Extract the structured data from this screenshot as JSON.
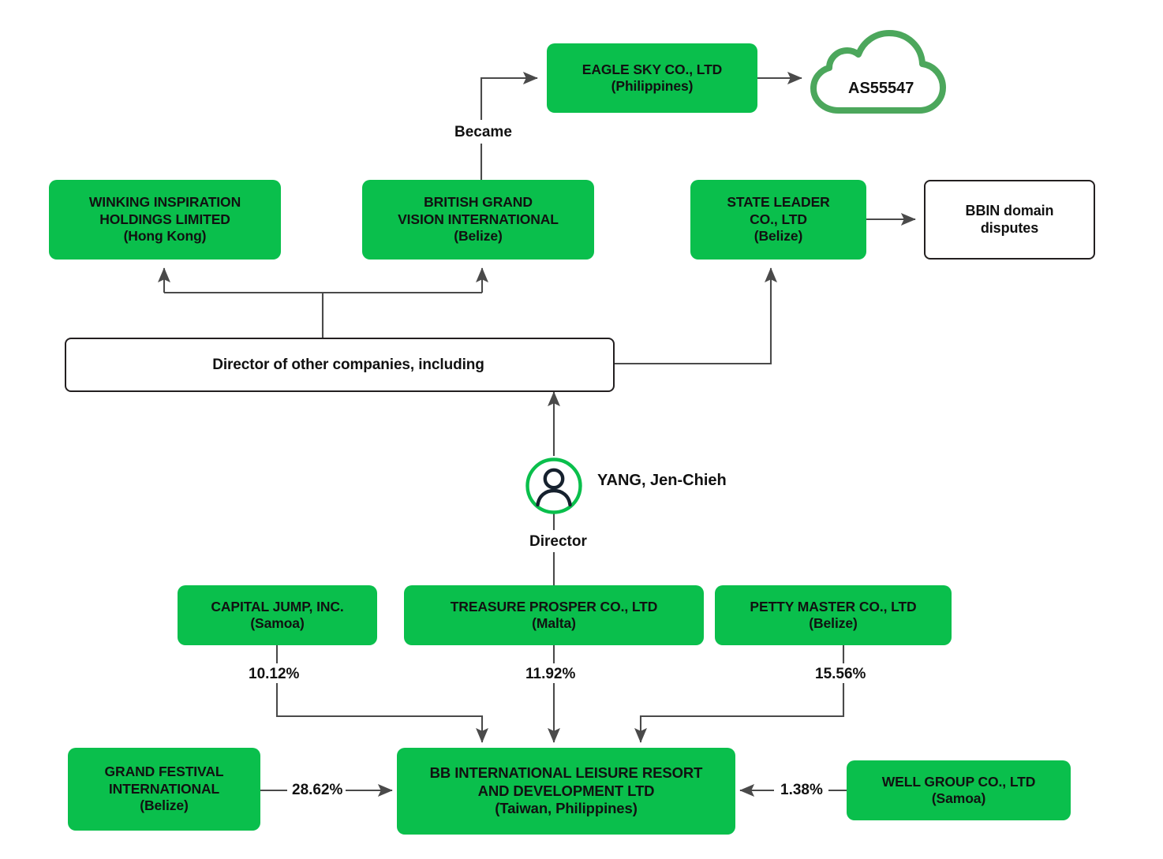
{
  "diagram": {
    "title": "BBIN corporate structure and ownership chart",
    "colors": {
      "node_green": "#0ABF4C",
      "cloud_stroke": "#4CA75C",
      "line": "#4a4a4a",
      "text": "#111111",
      "white_node_border": "#231f20"
    },
    "nodes": [
      {
        "id": "eagle-sky",
        "name": "EAGLE SKY CO., LTD",
        "jurisdiction": "(Philippines)"
      },
      {
        "id": "as-cloud",
        "name": "AS55547",
        "jurisdiction": ""
      },
      {
        "id": "winking",
        "name": "WINKING INSPIRATION HOLDINGS LIMITED",
        "line1": "WINKING INSPIRATION",
        "line2": "HOLDINGS LIMITED",
        "jurisdiction": "(Hong Kong)"
      },
      {
        "id": "british-grand",
        "name": "BRITISH GRAND VISION INTERNATIONAL",
        "line1": "BRITISH GRAND",
        "line2": "VISION INTERNATIONAL",
        "jurisdiction": "(Belize)"
      },
      {
        "id": "state-leader",
        "name": "STATE LEADER CO., LTD",
        "line1": "STATE LEADER",
        "line2": "CO., LTD",
        "jurisdiction": "(Belize)"
      },
      {
        "id": "bbin-disputes",
        "name": "BBIN domain disputes",
        "line1": "BBIN domain",
        "line2": "disputes",
        "jurisdiction": ""
      },
      {
        "id": "director-of",
        "name": "Director of other companies, including",
        "jurisdiction": ""
      },
      {
        "id": "capital-jump",
        "name": "CAPITAL JUMP, INC.",
        "jurisdiction": "(Samoa)"
      },
      {
        "id": "treasure-prosper",
        "name": "TREASURE PROSPER CO., LTD",
        "jurisdiction": "(Malta)"
      },
      {
        "id": "petty-master",
        "name": "PETTY MASTER CO., LTD",
        "jurisdiction": "(Belize)"
      },
      {
        "id": "grand-festival",
        "name": "GRAND FESTIVAL INTERNATIONAL",
        "line1": "GRAND FESTIVAL",
        "line2": "INTERNATIONAL",
        "jurisdiction": "(Belize)"
      },
      {
        "id": "bb-international",
        "name": "BB INTERNATIONAL LEISURE RESORT AND DEVELOPMENT LTD",
        "line1": "BB INTERNATIONAL LEISURE RESORT",
        "line2": "AND DEVELOPMENT LTD",
        "jurisdiction": "(Taiwan, Philippines)"
      },
      {
        "id": "well-group",
        "name": "WELL GROUP CO., LTD",
        "jurisdiction": "(Samoa)"
      }
    ],
    "person": {
      "name": "YANG, Jen-Chieh",
      "role_label": "Director",
      "icon": "person-avatar-icon"
    },
    "edge_labels": {
      "became": "Became",
      "capital_jump_pct": "10.12%",
      "treasure_prosper_pct": "11.92%",
      "petty_master_pct": "15.56%",
      "grand_festival_pct": "28.62%",
      "well_group_pct": "1.38%"
    }
  }
}
